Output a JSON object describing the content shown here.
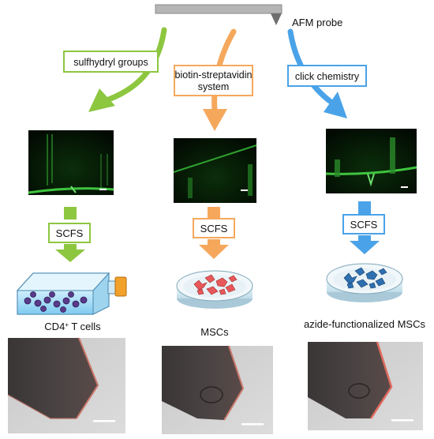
{
  "probe_label": "AFM probe",
  "methods": [
    {
      "label": "sulfhydryl groups",
      "color": "#8dc63f"
    },
    {
      "label_line1": "biotin-streptavidin",
      "label_line2": "system",
      "color": "#f5a85c"
    },
    {
      "label": "click chemistry",
      "color": "#4aa3e8"
    }
  ],
  "scfs_label": "SCFS",
  "cells": [
    {
      "label_main": "CD4",
      "label_sup": "+",
      "label_rest": " T cells"
    },
    {
      "label": "MSCs"
    },
    {
      "label": "azide-functionalized MSCs"
    }
  ],
  "colors": {
    "green": "#8dc63f",
    "orange": "#f5a85c",
    "blue": "#4aa3e8",
    "probe_bar": "#b8b8b8",
    "fluorescence": "#1f9e1f"
  }
}
